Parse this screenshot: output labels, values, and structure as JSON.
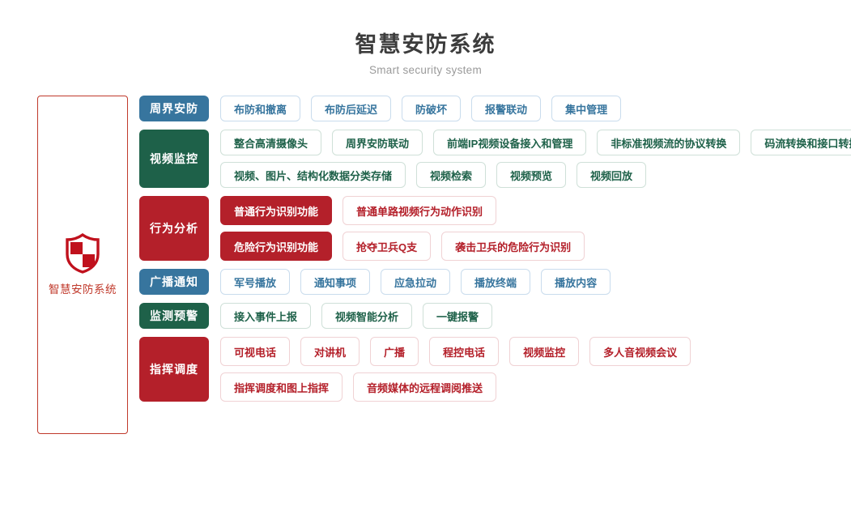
{
  "header": {
    "title": "智慧安防系统",
    "subtitle": "Smart security system"
  },
  "root": {
    "label": "智慧安防系统",
    "icon": "shield-icon",
    "border_color": "#c0392b",
    "text_color": "#c0392b"
  },
  "colors": {
    "blue": "#37759e",
    "green": "#1e6149",
    "red": "#b4202a",
    "title": "#3c3c3c",
    "subtitle": "#9a9a9a"
  },
  "categories": [
    {
      "label": "周界安防",
      "color_key": "blue",
      "lines": [
        {
          "items": [
            {
              "label": "布防和撤离",
              "style": "blue"
            },
            {
              "label": "布防后延迟",
              "style": "blue"
            },
            {
              "label": "防破坏",
              "style": "blue"
            },
            {
              "label": "报警联动",
              "style": "blue"
            },
            {
              "label": "集中管理",
              "style": "blue"
            }
          ]
        }
      ]
    },
    {
      "label": "视频监控",
      "color_key": "green",
      "lines": [
        {
          "items": [
            {
              "label": "整合高清摄像头",
              "style": "green"
            },
            {
              "label": "周界安防联动",
              "style": "green"
            },
            {
              "label": "前端IP视频设备接入和管理",
              "style": "green"
            },
            {
              "label": "非标准视频流的协议转换",
              "style": "green"
            },
            {
              "label": "码流转换和接口转换",
              "style": "green"
            }
          ]
        },
        {
          "items": [
            {
              "label": "视频、图片、结构化数据分类存储",
              "style": "green"
            },
            {
              "label": "视频检索",
              "style": "green"
            },
            {
              "label": "视频预览",
              "style": "green"
            },
            {
              "label": "视频回放",
              "style": "green"
            }
          ]
        }
      ]
    },
    {
      "label": "行为分析",
      "color_key": "red",
      "lines": [
        {
          "items": [
            {
              "label": "普通行为识别功能",
              "style": "red-solid"
            },
            {
              "label": "普通单路视频行为动作识别",
              "style": "red"
            }
          ]
        },
        {
          "items": [
            {
              "label": "危险行为识别功能",
              "style": "red-solid"
            },
            {
              "label": "抢夺卫兵Q支",
              "style": "red"
            },
            {
              "label": "袭击卫兵的危险行为识别",
              "style": "red"
            }
          ]
        }
      ]
    },
    {
      "label": "广播通知",
      "color_key": "blue",
      "lines": [
        {
          "items": [
            {
              "label": "军号播放",
              "style": "blue"
            },
            {
              "label": "通知事项",
              "style": "blue"
            },
            {
              "label": "应急拉动",
              "style": "blue"
            },
            {
              "label": "播放终端",
              "style": "blue"
            },
            {
              "label": "播放内容",
              "style": "blue"
            }
          ]
        }
      ]
    },
    {
      "label": "监测预警",
      "color_key": "green",
      "lines": [
        {
          "items": [
            {
              "label": "接入事件上报",
              "style": "green"
            },
            {
              "label": "视频智能分析",
              "style": "green"
            },
            {
              "label": "一键报警",
              "style": "green"
            }
          ]
        }
      ]
    },
    {
      "label": "指挥调度",
      "color_key": "red",
      "lines": [
        {
          "items": [
            {
              "label": "可视电话",
              "style": "red"
            },
            {
              "label": "对讲机",
              "style": "red"
            },
            {
              "label": "广播",
              "style": "red"
            },
            {
              "label": "程控电话",
              "style": "red"
            },
            {
              "label": "视频监控",
              "style": "red"
            },
            {
              "label": "多人音视频会议",
              "style": "red"
            }
          ]
        },
        {
          "items": [
            {
              "label": "指挥调度和图上指挥",
              "style": "red"
            },
            {
              "label": "音频媒体的远程调阅推送",
              "style": "red"
            }
          ]
        }
      ]
    }
  ]
}
